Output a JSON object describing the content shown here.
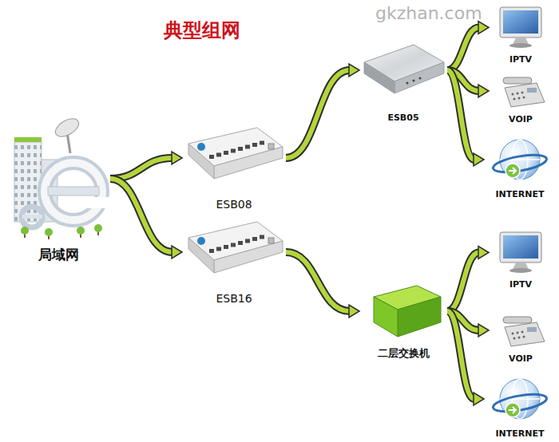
{
  "diagram": {
    "title": "典型组网",
    "nodes": [
      {
        "text": [
          "局域网"
        ]
      },
      {
        "text": [
          "ESB08"
        ]
      },
      {
        "text": [
          "ESB16"
        ]
      },
      {
        "text": [
          "ESB05"
        ]
      },
      {
        "text": [
          "二层交换机"
        ]
      },
      {
        "text": [
          "IPTV"
        ]
      },
      {
        "text": [
          "VOIP"
        ]
      },
      {
        "text": [
          "INTERNET"
        ]
      },
      {
        "text": [
          "IPTV"
        ]
      },
      {
        "text": [
          "VOIP"
        ]
      },
      {
        "text": [
          "INTERNET"
        ]
      }
    ],
    "edges": [
      {
        "from": 0,
        "to": 1,
        "arrow": "to"
      },
      {
        "from": 0,
        "to": 2,
        "arrow": "to"
      },
      {
        "from": 1,
        "to": 3,
        "arrow": "to"
      },
      {
        "from": 2,
        "to": 4,
        "arrow": "to"
      },
      {
        "from": 3,
        "to": 5,
        "arrow": "to"
      },
      {
        "from": 3,
        "to": 6,
        "arrow": "to"
      },
      {
        "from": 3,
        "to": 7,
        "arrow": "to"
      },
      {
        "from": 4,
        "to": 8,
        "arrow": "to"
      },
      {
        "from": 4,
        "to": 9,
        "arrow": "to"
      },
      {
        "from": 4,
        "to": 10,
        "arrow": "to"
      }
    ],
    "labels": [
      "gkzhan.com"
    ]
  }
}
